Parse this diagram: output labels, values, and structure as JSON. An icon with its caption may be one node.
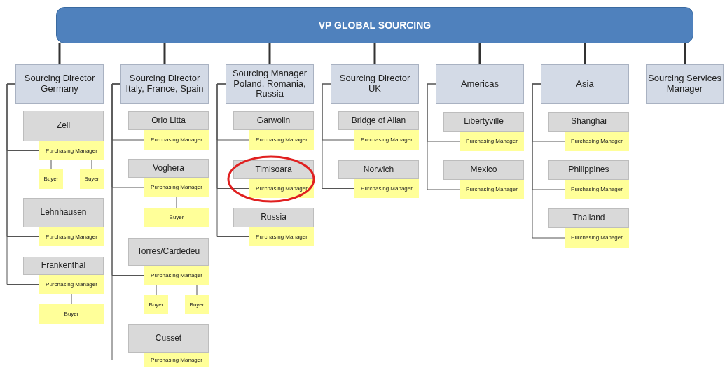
{
  "diagram": {
    "nodes": [
      {
        "text": [
          "VP GLOBAL SOURCING"
        ]
      },
      {
        "text": [
          "Sourcing Director Germany"
        ]
      },
      {
        "text": [
          "Sourcing Director Italy, France, Spain"
        ]
      },
      {
        "text": [
          "Sourcing Manager Poland, Romania, Russia"
        ]
      },
      {
        "text": [
          "Sourcing Director UK"
        ]
      },
      {
        "text": [
          "Americas"
        ]
      },
      {
        "text": [
          "Asia"
        ]
      },
      {
        "text": [
          "Sourcing Services Manager"
        ]
      },
      {
        "text": [
          "Zell"
        ]
      },
      {
        "text": [
          "Purchasing Manager"
        ]
      },
      {
        "text": [
          "Buyer"
        ]
      },
      {
        "text": [
          "Buyer"
        ]
      },
      {
        "text": [
          "Lehnhausen"
        ]
      },
      {
        "text": [
          "Purchasing Manager"
        ]
      },
      {
        "text": [
          "Frankenthal"
        ]
      },
      {
        "text": [
          "Purchasing Manager"
        ]
      },
      {
        "text": [
          "Buyer"
        ]
      },
      {
        "text": [
          "Orio Litta"
        ]
      },
      {
        "text": [
          "Purchasing Manager"
        ]
      },
      {
        "text": [
          "Voghera"
        ]
      },
      {
        "text": [
          "Purchasing Manager"
        ]
      },
      {
        "text": [
          "Buyer"
        ]
      },
      {
        "text": [
          "Torres/Cardedeu"
        ]
      },
      {
        "text": [
          "Purchasing Manager"
        ]
      },
      {
        "text": [
          "Buyer"
        ]
      },
      {
        "text": [
          "Buyer"
        ]
      },
      {
        "text": [
          "Cusset"
        ]
      },
      {
        "text": [
          "Purchasing Manager"
        ]
      },
      {
        "text": [
          "Garwolin"
        ]
      },
      {
        "text": [
          "Purchasing Manager"
        ]
      },
      {
        "text": [
          "Timisoara"
        ]
      },
      {
        "text": [
          "Purchasing Manager"
        ]
      },
      {
        "text": [
          "Russia"
        ]
      },
      {
        "text": [
          "Purchasing Manager"
        ]
      },
      {
        "text": [
          "Bridge of Allan"
        ]
      },
      {
        "text": [
          "Purchasing Manager"
        ]
      },
      {
        "text": [
          "Norwich"
        ]
      },
      {
        "text": [
          "Purchasing Manager"
        ]
      },
      {
        "text": [
          "Libertyville"
        ]
      },
      {
        "text": [
          "Purchasing Manager"
        ]
      },
      {
        "text": [
          "Mexico"
        ]
      },
      {
        "text": [
          "Purchasing Manager"
        ]
      },
      {
        "text": [
          "Shanghai"
        ]
      },
      {
        "text": [
          "Purchasing Manager"
        ]
      },
      {
        "text": [
          "Philippines"
        ]
      },
      {
        "text": [
          "Purchasing Manager"
        ]
      },
      {
        "text": [
          "Thailand"
        ]
      },
      {
        "text": [
          "Purchasing Manager"
        ]
      }
    ],
    "edges": [
      {
        "from": 0,
        "to": 1,
        "arrow": "none",
        "style": "thick"
      },
      {
        "from": 0,
        "to": 2,
        "arrow": "none",
        "style": "thick"
      },
      {
        "from": 0,
        "to": 3,
        "arrow": "none",
        "style": "thick"
      },
      {
        "from": 0,
        "to": 4,
        "arrow": "none",
        "style": "thick"
      },
      {
        "from": 0,
        "to": 5,
        "arrow": "none",
        "style": "thick"
      },
      {
        "from": 0,
        "to": 6,
        "arrow": "none",
        "style": "thick"
      },
      {
        "from": 0,
        "to": 7,
        "arrow": "none",
        "style": "thick"
      },
      {
        "from": 1,
        "to": 9,
        "arrow": "none"
      },
      {
        "from": 1,
        "to": 13,
        "arrow": "none"
      },
      {
        "from": 1,
        "to": 15,
        "arrow": "none"
      },
      {
        "from": 2,
        "to": 18,
        "arrow": "none"
      },
      {
        "from": 2,
        "to": 20,
        "arrow": "none"
      },
      {
        "from": 2,
        "to": 23,
        "arrow": "none"
      },
      {
        "from": 2,
        "to": 27,
        "arrow": "none"
      },
      {
        "from": 3,
        "to": 29,
        "arrow": "none"
      },
      {
        "from": 3,
        "to": 31,
        "arrow": "none"
      },
      {
        "from": 3,
        "to": 33,
        "arrow": "none"
      },
      {
        "from": 4,
        "to": 35,
        "arrow": "none"
      },
      {
        "from": 4,
        "to": 37,
        "arrow": "none"
      },
      {
        "from": 5,
        "to": 39,
        "arrow": "none"
      },
      {
        "from": 5,
        "to": 41,
        "arrow": "none"
      },
      {
        "from": 6,
        "to": 43,
        "arrow": "none"
      },
      {
        "from": 6,
        "to": 45,
        "arrow": "none"
      },
      {
        "from": 6,
        "to": 47,
        "arrow": "none"
      },
      {
        "from": 9,
        "to": 10,
        "arrow": "none"
      },
      {
        "from": 9,
        "to": 11,
        "arrow": "none"
      },
      {
        "from": 15,
        "to": 16,
        "arrow": "none"
      },
      {
        "from": 20,
        "to": 21,
        "arrow": "none"
      },
      {
        "from": 23,
        "to": 24,
        "arrow": "none"
      },
      {
        "from": 23,
        "to": 25,
        "arrow": "none"
      }
    ]
  }
}
